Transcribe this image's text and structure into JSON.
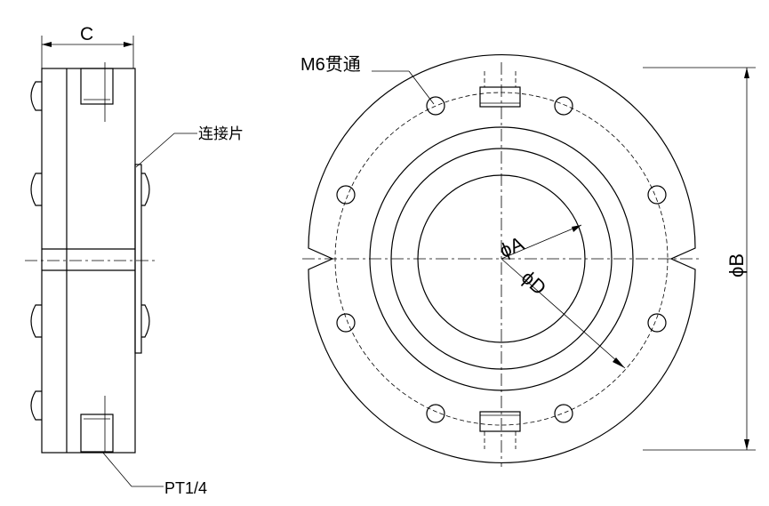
{
  "labels": {
    "width_dim": "C",
    "through_hole": "M6贯通",
    "connector": "连接片",
    "port": "PT1/4",
    "dia_a": "ϕA",
    "dia_b": "ϕB",
    "dia_d": "ϕD"
  }
}
